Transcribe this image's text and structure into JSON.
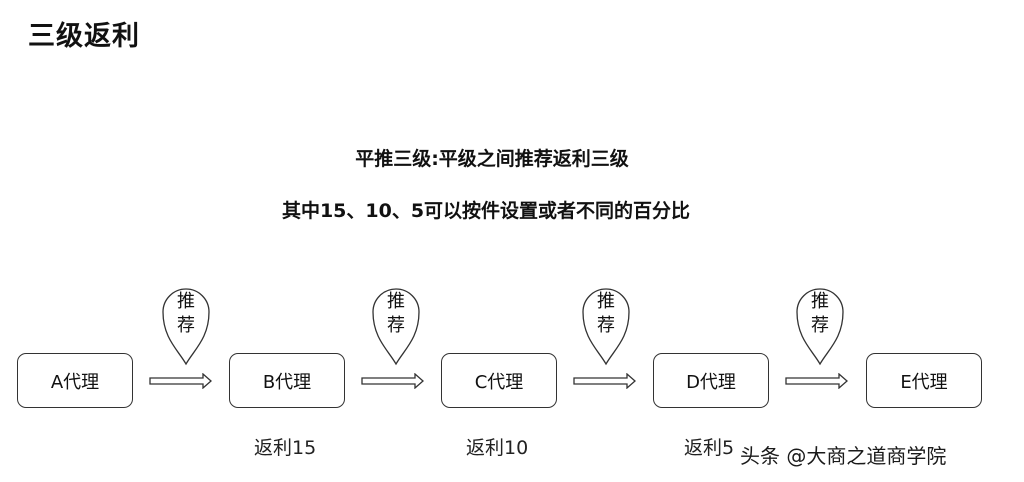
{
  "page": {
    "title": "三级返利"
  },
  "headline": {
    "line1": "平推三级:平级之间推荐返利三级",
    "line2": "其中15、10、5可以按件设置或者不同的百分比"
  },
  "nodes": [
    {
      "label": "A代理"
    },
    {
      "label": "B代理"
    },
    {
      "label": "C代理"
    },
    {
      "label": "D代理"
    },
    {
      "label": "E代理"
    }
  ],
  "pins": [
    {
      "line1": "推",
      "line2": "荐"
    },
    {
      "line1": "推",
      "line2": "荐"
    },
    {
      "line1": "推",
      "line2": "荐"
    },
    {
      "line1": "推",
      "line2": "荐"
    }
  ],
  "rebates": [
    "返利15",
    "返利10",
    "返利5"
  ],
  "watermark": "头条 @大商之道商学院",
  "colors": {
    "stroke": "#333333",
    "text": "#111111",
    "background": "#ffffff"
  }
}
